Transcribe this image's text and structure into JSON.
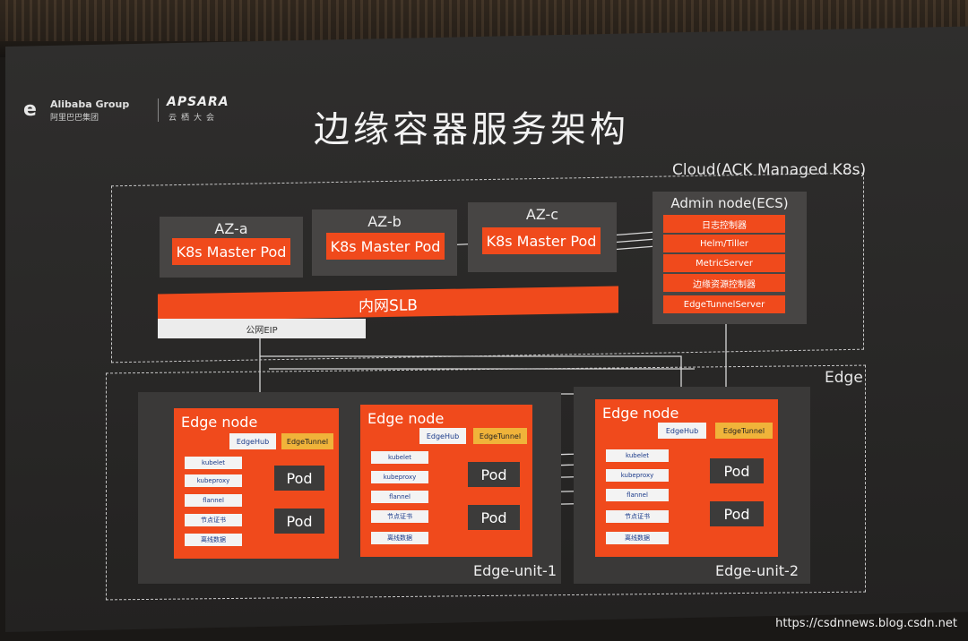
{
  "logos": {
    "alibaba_mark": "e",
    "alibaba_name": "Alibaba Group",
    "alibaba_cn": "阿里巴巴集团",
    "apsara": "APSARA",
    "apsara_cn": "云栖大会"
  },
  "title": "边缘容器服务架构",
  "cloud": {
    "label": "Cloud(ACK Managed K8s)",
    "azs": [
      {
        "name": "AZ-a",
        "pod": "K8s Master Pod"
      },
      {
        "name": "AZ-b",
        "pod": "K8s Master Pod"
      },
      {
        "name": "AZ-c",
        "pod": "K8s Master Pod"
      }
    ],
    "slb": "内网SLB",
    "eip": "公网EIP",
    "admin": {
      "title": "Admin node(ECS)",
      "items": [
        "日志控制器",
        "Helm/Tiller",
        "MetricServer",
        "边缘资源控制器",
        "EdgeTunnelServer"
      ]
    }
  },
  "edge": {
    "label": "Edge",
    "units": [
      {
        "name": "Edge-unit-1",
        "nodes": [
          {
            "label": "Edge node",
            "hub": "EdgeHub",
            "tunnel": "EdgeTunnel",
            "components": [
              "kubelet",
              "kubeproxy",
              "flannel",
              "节点证书",
              "离线数据"
            ],
            "pods": [
              "Pod",
              "Pod"
            ]
          },
          {
            "label": "Edge node",
            "hub": "EdgeHub",
            "tunnel": "EdgeTunnel",
            "components": [
              "kubelet",
              "kubeproxy",
              "flannel",
              "节点证书",
              "离线数据"
            ],
            "pods": [
              "Pod",
              "Pod"
            ]
          }
        ]
      },
      {
        "name": "Edge-unit-2",
        "nodes": [
          {
            "label": "Edge node",
            "hub": "EdgeHub",
            "tunnel": "EdgeTunnel",
            "components": [
              "kubelet",
              "kubeproxy",
              "flannel",
              "节点证书",
              "离线数据"
            ],
            "pods": [
              "Pod",
              "Pod"
            ]
          }
        ]
      }
    ]
  },
  "watermark": "https://csdnnews.blog.csdn.net",
  "colors": {
    "accent": "#f04a1c",
    "tunnel": "#f0b33a",
    "panel": "#474544"
  }
}
